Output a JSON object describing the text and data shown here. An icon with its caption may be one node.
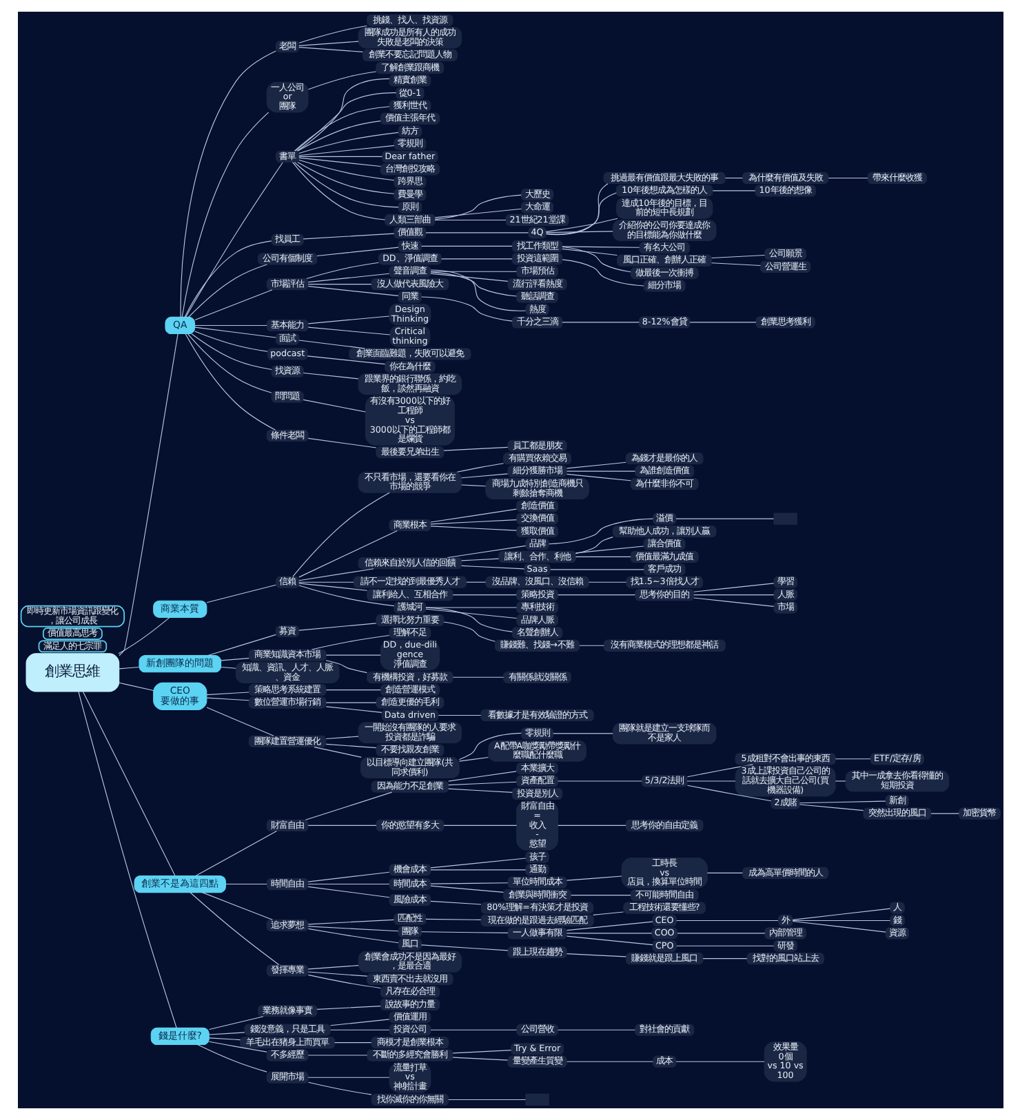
{
  "diagram": {
    "nodes": [
      {
        "text": [
          "創業思維"
        ]
      },
      {
        "text": [
          "QA"
        ]
      },
      {
        "text": [
          "老闆"
        ]
      },
      {
        "text": [
          "挑錢、找人、找資源"
        ]
      },
      {
        "text": [
          "團隊成功是所有人的成功失敗是老闆的決策"
        ]
      },
      {
        "text": [
          "創業不要忘記問題人物"
        ]
      },
      {
        "text": [
          "一人公司 or 團隊"
        ]
      },
      {
        "text": [
          "了解創業跟商機"
        ]
      },
      {
        "text": [
          "書單"
        ]
      },
      {
        "text": [
          "精實創業"
        ]
      },
      {
        "text": [
          "從0-1"
        ]
      },
      {
        "text": [
          "獲利世代"
        ]
      },
      {
        "text": [
          "價值主張年代"
        ]
      },
      {
        "text": [
          "紡方"
        ]
      },
      {
        "text": [
          "零規則"
        ]
      },
      {
        "text": [
          "Dear father"
        ]
      },
      {
        "text": [
          "台灣創投攻略"
        ]
      },
      {
        "text": [
          "跨界思"
        ]
      },
      {
        "text": [
          "費曼學"
        ]
      },
      {
        "text": [
          "原則"
        ]
      },
      {
        "text": [
          "人類三部曲"
        ]
      },
      {
        "text": [
          "大歷史"
        ]
      },
      {
        "text": [
          "大命運"
        ]
      },
      {
        "text": [
          "21世紀21堂課"
        ]
      },
      {
        "text": [
          "找員工"
        ]
      },
      {
        "text": [
          "價值觀"
        ]
      },
      {
        "text": [
          "4Q"
        ]
      },
      {
        "text": [
          "挑過最有價值跟最大失敗的事"
        ]
      },
      {
        "text": [
          "為什麼有價值及失敗"
        ]
      },
      {
        "text": [
          "帶來什麼收獲"
        ]
      },
      {
        "text": [
          "10年後想成為怎樣的人"
        ]
      },
      {
        "text": [
          "10年後的想像"
        ]
      },
      {
        "text": [
          "達成10年後的目標，目前的短中長規劃"
        ]
      },
      {
        "text": [
          "介紹你的公司你要達成你的目標能為你做什麼"
        ]
      },
      {
        "text": [
          "公司有個制度"
        ]
      },
      {
        "text": [
          "快速"
        ]
      },
      {
        "text": [
          "找工作類型"
        ]
      },
      {
        "text": [
          "有名大公司"
        ]
      },
      {
        "text": [
          "風口正確、創辦人正確"
        ]
      },
      {
        "text": [
          "公司願景"
        ]
      },
      {
        "text": [
          "公司營運生"
        ]
      },
      {
        "text": [
          "做最後一次衝搏"
        ]
      },
      {
        "text": [
          "市場評估"
        ]
      },
      {
        "text": [
          "DD、淨值調查"
        ]
      },
      {
        "text": [
          "投資這範圍"
        ]
      },
      {
        "text": [
          "細分市場"
        ]
      },
      {
        "text": [
          "聲音調查"
        ]
      },
      {
        "text": [
          "市場預估"
        ]
      },
      {
        "text": [
          "流行評看熱度"
        ]
      },
      {
        "text": [
          "聽話調查"
        ]
      },
      {
        "text": [
          "熱度"
        ]
      },
      {
        "text": [
          "沒人做代表風險大"
        ]
      },
      {
        "text": [
          "同業"
        ]
      },
      {
        "text": [
          "千分之三滴"
        ]
      },
      {
        "text": [
          "8-12%會貸"
        ]
      },
      {
        "text": [
          "創業思考獲利"
        ]
      },
      {
        "text": [
          "基本能力"
        ]
      },
      {
        "text": [
          "Design Thinking"
        ]
      },
      {
        "text": [
          "Critical thinking"
        ]
      },
      {
        "text": [
          "面試"
        ]
      },
      {
        "text": [
          "創業面臨難題，失敗可以避免"
        ]
      },
      {
        "text": [
          "podcast"
        ]
      },
      {
        "text": [
          "你在為什麼"
        ]
      },
      {
        "text": [
          "找資源"
        ]
      },
      {
        "text": [
          "跟業界的銀行聯係，約吃飯，談然再融資"
        ]
      },
      {
        "text": [
          "問問題"
        ]
      },
      {
        "text": [
          "有沒有3000以下的好工程師 vs 3000以下的工程師都是爛貨"
        ]
      },
      {
        "text": [
          "條件老闆"
        ]
      },
      {
        "text": [
          "最後要兄弟出生"
        ]
      },
      {
        "text": [
          "員工都是朋友"
        ]
      },
      {
        "text": [
          "商業本質"
        ]
      },
      {
        "text": [
          "信賴"
        ]
      },
      {
        "text": [
          "不只看市場，還要看你在市場的競爭"
        ]
      },
      {
        "text": [
          "有購買依賴交易"
        ]
      },
      {
        "text": [
          "細分獲勝市場"
        ]
      },
      {
        "text": [
          "為錢才是最你的人"
        ]
      },
      {
        "text": [
          "為誰創造價值"
        ]
      },
      {
        "text": [
          "為什麼非你不可"
        ]
      },
      {
        "text": [
          "商場九成特別創造商機只剩餘搶奪商機"
        ]
      },
      {
        "text": [
          "商業根本"
        ]
      },
      {
        "text": [
          "創造價值"
        ]
      },
      {
        "text": [
          "交換價值"
        ]
      },
      {
        "text": [
          "獲取價值"
        ]
      },
      {
        "text": [
          "滿足人的七宗罪"
        ]
      },
      {
        "text": [
          "信賴來自於別人信的回饋"
        ]
      },
      {
        "text": [
          "品牌"
        ]
      },
      {
        "text": [
          "溢價"
        ]
      },
      {
        "text": [],
        "shape": "box"
      },
      {
        "text": [
          "讓利、合作、利他"
        ]
      },
      {
        "text": [
          "幫助他人成功，讓別人贏"
        ]
      },
      {
        "text": [
          "讓合價值"
        ]
      },
      {
        "text": [
          "價值最滿九成值"
        ]
      },
      {
        "text": [
          "Saas"
        ]
      },
      {
        "text": [
          "客戶成功"
        ]
      },
      {
        "text": [
          "請不一定找的到最優秀人才"
        ]
      },
      {
        "text": [
          "沒品牌、沒風口、沒信賴"
        ]
      },
      {
        "text": [
          "找1.5~3倍找人才"
        ]
      },
      {
        "text": [
          "讓利給人、互相合作"
        ]
      },
      {
        "text": [
          "策略投資"
        ]
      },
      {
        "text": [
          "思考你的目的"
        ]
      },
      {
        "text": [
          "學習"
        ]
      },
      {
        "text": [
          "人脈"
        ]
      },
      {
        "text": [
          "市場"
        ]
      },
      {
        "text": [
          "護城河"
        ]
      },
      {
        "text": [
          "專利技術"
        ]
      },
      {
        "text": [
          "品牌人脈"
        ]
      },
      {
        "text": [
          "名聲創辦人"
        ]
      },
      {
        "text": [
          "價值最高思考"
        ]
      },
      {
        "text": [
          "新創團隊的問題"
        ]
      },
      {
        "text": [
          "募資"
        ]
      },
      {
        "text": [
          "選擇比努力重要"
        ]
      },
      {
        "text": [
          "賺錢難、找錢→不難"
        ]
      },
      {
        "text": [
          "沒有商業模式的理想都是神話"
        ]
      },
      {
        "text": [
          "商業知識資本市場"
        ]
      },
      {
        "text": [
          "理解不足"
        ]
      },
      {
        "text": [
          "DD，due-diligence 淨值調查"
        ]
      },
      {
        "text": [
          "有機構投資，好募款"
        ]
      },
      {
        "text": [
          "有關係就沒關係"
        ]
      },
      {
        "text": [
          "知識、資訊、人才、人脈、資金"
        ]
      },
      {
        "text": [
          "CEO 要做的事"
        ]
      },
      {
        "text": [
          "策略思考系統建置"
        ]
      },
      {
        "text": [
          "創造營運模式"
        ]
      },
      {
        "text": [
          "數位營運市場行銷"
        ]
      },
      {
        "text": [
          "創造更優的毛利"
        ]
      },
      {
        "text": [
          "Data driven"
        ]
      },
      {
        "text": [
          "看數據才是有效驗證的方式"
        ]
      },
      {
        "text": [
          "團隊建置營運優化"
        ]
      },
      {
        "text": [
          "一開始沒有團隊的人要求投資都是詐騙"
        ]
      },
      {
        "text": [
          "不要找親友創業"
        ]
      },
      {
        "text": [
          "以目標導向建立團隊(共同求價利)"
        ]
      },
      {
        "text": [
          "零規則"
        ]
      },
      {
        "text": [
          "團隊就是建立一支球隊而不是家人"
        ]
      },
      {
        "text": [
          "A配帶A咖獎勵帶獎勵什麼職配什麼職"
        ]
      },
      {
        "text": [
          "創業不是為這四點"
        ]
      },
      {
        "text": [
          "財富自由"
        ]
      },
      {
        "text": [
          "因為能力不足創業"
        ]
      },
      {
        "text": [
          "本業擴大"
        ]
      },
      {
        "text": [
          "資產配置"
        ]
      },
      {
        "text": [
          "5/3/2法則"
        ]
      },
      {
        "text": [
          "5成租對不會出事的東西"
        ]
      },
      {
        "text": [
          "ETF/定存/房"
        ]
      },
      {
        "text": [
          "3成上課投資自己公司的話就去擴大自己公司(買機器設備)"
        ]
      },
      {
        "text": [
          "其中一成拿去你看得懂的短期投資"
        ]
      },
      {
        "text": [
          "2成賭"
        ]
      },
      {
        "text": [
          "新創"
        ]
      },
      {
        "text": [
          "突然出現的風口"
        ]
      },
      {
        "text": [
          "加密貨幣"
        ]
      },
      {
        "text": [
          "投資是別人"
        ]
      },
      {
        "text": [
          "你的慾望有多大"
        ]
      },
      {
        "text": [
          "財富自由 = 收入 - 慾望"
        ]
      },
      {
        "text": [
          "思考你的自由定義"
        ]
      },
      {
        "text": [
          "時間自由"
        ]
      },
      {
        "text": [
          "機會成本"
        ]
      },
      {
        "text": [
          "孩子"
        ]
      },
      {
        "text": [
          "通勤"
        ]
      },
      {
        "text": [
          "時間成本"
        ]
      },
      {
        "text": [
          "單位時間成本"
        ]
      },
      {
        "text": [
          "工時長 vs 店員，換算單位時間"
        ]
      },
      {
        "text": [
          "成為高單價時間的人"
        ]
      },
      {
        "text": [
          "創業與時間衝突"
        ]
      },
      {
        "text": [
          "不可能時間自由"
        ]
      },
      {
        "text": [
          "風險成本"
        ]
      },
      {
        "text": [
          "80%理解=有決策才是投資"
        ]
      },
      {
        "text": [
          "追求夢想"
        ]
      },
      {
        "text": [
          "匹配性"
        ]
      },
      {
        "text": [
          "現在做的是跟過去經驗匹配"
        ]
      },
      {
        "text": [
          "工程技術還要懂些?"
        ]
      },
      {
        "text": [
          "團隊"
        ]
      },
      {
        "text": [
          "一人做事有限"
        ]
      },
      {
        "text": [
          "CEO"
        ]
      },
      {
        "text": [
          "外"
        ]
      },
      {
        "text": [
          "人"
        ]
      },
      {
        "text": [
          "錢"
        ]
      },
      {
        "text": [
          "資源"
        ]
      },
      {
        "text": [
          "COO"
        ]
      },
      {
        "text": [
          "內部管理"
        ]
      },
      {
        "text": [
          "CPO"
        ]
      },
      {
        "text": [
          "研發"
        ]
      },
      {
        "text": [
          "風口"
        ]
      },
      {
        "text": [
          "跟上現在趨勢"
        ]
      },
      {
        "text": [
          "賺錢就是跟上風口"
        ]
      },
      {
        "text": [
          "找對的風口站上去"
        ]
      },
      {
        "text": [
          "發揮專業"
        ]
      },
      {
        "text": [
          "創業會成功不是因為最好，是最合適"
        ]
      },
      {
        "text": [
          "東西賣不出去就沒用"
        ]
      },
      {
        "text": [
          "凡存在必合理"
        ]
      },
      {
        "text": [
          "錢是什麼?"
        ]
      },
      {
        "text": [
          "業務就像事實"
        ]
      },
      {
        "text": [
          "說故事的力量"
        ]
      },
      {
        "text": [
          "錢沒意義，只是工具"
        ]
      },
      {
        "text": [
          "價值運用"
        ]
      },
      {
        "text": [
          "投資公司"
        ]
      },
      {
        "text": [
          "公司營收"
        ]
      },
      {
        "text": [
          "對社會的貢獻"
        ]
      },
      {
        "text": [
          "羊毛出在猪身上而買單"
        ]
      },
      {
        "text": [
          "商模才是創業根本"
        ]
      },
      {
        "text": [
          "不多經歷"
        ]
      },
      {
        "text": [
          "不斷的多經究會勝利"
        ]
      },
      {
        "text": [
          "Try & Error"
        ]
      },
      {
        "text": [
          "量變產生質變"
        ]
      },
      {
        "text": [
          "成本"
        ]
      },
      {
        "text": [
          "效果量 0個 vs 10 vs 100"
        ]
      },
      {
        "text": [
          "展開市場"
        ]
      },
      {
        "text": [
          "流量打草 vs 神射計畫"
        ]
      },
      {
        "text": [
          "找你滅你的你無關"
        ]
      },
      {
        "text": [],
        "shape": "box"
      },
      {
        "text": [
          "即時更新市場資訊跟變化，讓公司成長"
        ]
      }
    ],
    "edges": [
      {
        "from": 0,
        "to": 1,
        "arrow": "none"
      },
      {
        "from": 1,
        "to": 2,
        "arrow": "none"
      },
      {
        "from": 2,
        "to": 3,
        "arrow": "none"
      },
      {
        "from": 2,
        "to": 4,
        "arrow": "none"
      },
      {
        "from": 2,
        "to": 5,
        "arrow": "none"
      },
      {
        "from": 1,
        "to": 6,
        "arrow": "none"
      },
      {
        "from": 6,
        "to": 7,
        "arrow": "none"
      },
      {
        "from": 1,
        "to": 8,
        "arrow": "none"
      },
      {
        "from": 8,
        "to": 9,
        "arrow": "none"
      },
      {
        "from": 8,
        "to": 10,
        "arrow": "none"
      },
      {
        "from": 8,
        "to": 11,
        "arrow": "none"
      },
      {
        "from": 8,
        "to": 12,
        "arrow": "none"
      },
      {
        "from": 8,
        "to": 13,
        "arrow": "none"
      },
      {
        "from": 8,
        "to": 14,
        "arrow": "none"
      },
      {
        "from": 8,
        "to": 15,
        "arrow": "none"
      },
      {
        "from": 8,
        "to": 16,
        "arrow": "none"
      },
      {
        "from": 8,
        "to": 17,
        "arrow": "none"
      },
      {
        "from": 8,
        "to": 18,
        "arrow": "none"
      },
      {
        "from": 8,
        "to": 19,
        "arrow": "none"
      },
      {
        "from": 8,
        "to": 20,
        "arrow": "none"
      },
      {
        "from": 20,
        "to": 21,
        "arrow": "none"
      },
      {
        "from": 20,
        "to": 22,
        "arrow": "none"
      },
      {
        "from": 20,
        "to": 23,
        "arrow": "none"
      },
      {
        "from": 1,
        "to": 24,
        "arrow": "none"
      },
      {
        "from": 24,
        "to": 25,
        "arrow": "none"
      },
      {
        "from": 25,
        "to": 26,
        "arrow": "none"
      },
      {
        "from": 26,
        "to": 27,
        "arrow": "none"
      },
      {
        "from": 27,
        "to": 28,
        "arrow": "none"
      },
      {
        "from": 28,
        "to": 29,
        "arrow": "none"
      },
      {
        "from": 26,
        "to": 30,
        "arrow": "none"
      },
      {
        "from": 30,
        "to": 31,
        "arrow": "none"
      },
      {
        "from": 26,
        "to": 32,
        "arrow": "none"
      },
      {
        "from": 26,
        "to": 33,
        "arrow": "none"
      },
      {
        "from": 1,
        "to": 34,
        "arrow": "none"
      },
      {
        "from": 34,
        "to": 35,
        "arrow": "none"
      },
      {
        "from": 35,
        "to": 36,
        "arrow": "none"
      },
      {
        "from": 36,
        "to": 37,
        "arrow": "none"
      },
      {
        "from": 36,
        "to": 38,
        "arrow": "none"
      },
      {
        "from": 38,
        "to": 39,
        "arrow": "none"
      },
      {
        "from": 38,
        "to": 40,
        "arrow": "none"
      },
      {
        "from": 36,
        "to": 41,
        "arrow": "none"
      },
      {
        "from": 1,
        "to": 42,
        "arrow": "none"
      },
      {
        "from": 42,
        "to": 43,
        "arrow": "none"
      },
      {
        "from": 43,
        "to": 44,
        "arrow": "none"
      },
      {
        "from": 44,
        "to": 45,
        "arrow": "none"
      },
      {
        "from": 42,
        "to": 46,
        "arrow": "none"
      },
      {
        "from": 46,
        "to": 47,
        "arrow": "none"
      },
      {
        "from": 46,
        "to": 48,
        "arrow": "none"
      },
      {
        "from": 46,
        "to": 49,
        "arrow": "none"
      },
      {
        "from": 46,
        "to": 50,
        "arrow": "none"
      },
      {
        "from": 42,
        "to": 51,
        "arrow": "none"
      },
      {
        "from": 42,
        "to": 52,
        "arrow": "none"
      },
      {
        "from": 52,
        "to": 53,
        "arrow": "none"
      },
      {
        "from": 53,
        "to": 54,
        "arrow": "none"
      },
      {
        "from": 54,
        "to": 55,
        "arrow": "none"
      },
      {
        "from": 1,
        "to": 56,
        "arrow": "none"
      },
      {
        "from": 56,
        "to": 57,
        "arrow": "none"
      },
      {
        "from": 56,
        "to": 58,
        "arrow": "none"
      },
      {
        "from": 1,
        "to": 59,
        "arrow": "none"
      },
      {
        "from": 59,
        "to": 60,
        "arrow": "none"
      },
      {
        "from": 1,
        "to": 61,
        "arrow": "none"
      },
      {
        "from": 61,
        "to": 62,
        "arrow": "none"
      },
      {
        "from": 1,
        "to": 63,
        "arrow": "none"
      },
      {
        "from": 63,
        "to": 64,
        "arrow": "none"
      },
      {
        "from": 1,
        "to": 65,
        "arrow": "none"
      },
      {
        "from": 65,
        "to": 66,
        "arrow": "none"
      },
      {
        "from": 1,
        "to": 67,
        "arrow": "none"
      },
      {
        "from": 67,
        "to": 68,
        "arrow": "none"
      },
      {
        "from": 68,
        "to": 69,
        "arrow": "none"
      },
      {
        "from": 0,
        "to": 70,
        "arrow": "none"
      },
      {
        "from": 70,
        "to": 71,
        "arrow": "none"
      },
      {
        "from": 71,
        "to": 72,
        "arrow": "none"
      },
      {
        "from": 72,
        "to": 73,
        "arrow": "none"
      },
      {
        "from": 72,
        "to": 74,
        "arrow": "none"
      },
      {
        "from": 74,
        "to": 75,
        "arrow": "none"
      },
      {
        "from": 74,
        "to": 76,
        "arrow": "none"
      },
      {
        "from": 74,
        "to": 77,
        "arrow": "none"
      },
      {
        "from": 72,
        "to": 78,
        "arrow": "none"
      },
      {
        "from": 71,
        "to": 79,
        "arrow": "none"
      },
      {
        "from": 79,
        "to": 80,
        "arrow": "none"
      },
      {
        "from": 79,
        "to": 81,
        "arrow": "none"
      },
      {
        "from": 79,
        "to": 82,
        "arrow": "none"
      },
      {
        "from": 71,
        "to": 84,
        "arrow": "none"
      },
      {
        "from": 84,
        "to": 85,
        "arrow": "none"
      },
      {
        "from": 85,
        "to": 86,
        "arrow": "none"
      },
      {
        "from": 86,
        "to": 87,
        "arrow": "none"
      },
      {
        "from": 84,
        "to": 88,
        "arrow": "none"
      },
      {
        "from": 88,
        "to": 89,
        "arrow": "none"
      },
      {
        "from": 88,
        "to": 90,
        "arrow": "none"
      },
      {
        "from": 88,
        "to": 91,
        "arrow": "none"
      },
      {
        "from": 84,
        "to": 92,
        "arrow": "none"
      },
      {
        "from": 92,
        "to": 93,
        "arrow": "none"
      },
      {
        "from": 71,
        "to": 94,
        "arrow": "none"
      },
      {
        "from": 94,
        "to": 95,
        "arrow": "none"
      },
      {
        "from": 95,
        "to": 96,
        "arrow": "none"
      },
      {
        "from": 71,
        "to": 97,
        "arrow": "none"
      },
      {
        "from": 97,
        "to": 98,
        "arrow": "none"
      },
      {
        "from": 98,
        "to": 99,
        "arrow": "none"
      },
      {
        "from": 99,
        "to": 100,
        "arrow": "none"
      },
      {
        "from": 99,
        "to": 101,
        "arrow": "none"
      },
      {
        "from": 99,
        "to": 102,
        "arrow": "none"
      },
      {
        "from": 71,
        "to": 103,
        "arrow": "none"
      },
      {
        "from": 103,
        "to": 104,
        "arrow": "none"
      },
      {
        "from": 103,
        "to": 105,
        "arrow": "none"
      },
      {
        "from": 103,
        "to": 106,
        "arrow": "none"
      },
      {
        "from": 0,
        "to": 108,
        "arrow": "none"
      },
      {
        "from": 108,
        "to": 109,
        "arrow": "none"
      },
      {
        "from": 109,
        "to": 110,
        "arrow": "none"
      },
      {
        "from": 110,
        "to": 111,
        "arrow": "none"
      },
      {
        "from": 111,
        "to": 112,
        "arrow": "none"
      },
      {
        "from": 108,
        "to": 113,
        "arrow": "none"
      },
      {
        "from": 113,
        "to": 114,
        "arrow": "none"
      },
      {
        "from": 113,
        "to": 115,
        "arrow": "none"
      },
      {
        "from": 113,
        "to": 116,
        "arrow": "none"
      },
      {
        "from": 116,
        "to": 117,
        "arrow": "none"
      },
      {
        "from": 108,
        "to": 118,
        "arrow": "none"
      },
      {
        "from": 0,
        "to": 119,
        "arrow": "none"
      },
      {
        "from": 119,
        "to": 120,
        "arrow": "none"
      },
      {
        "from": 120,
        "to": 121,
        "arrow": "none"
      },
      {
        "from": 119,
        "to": 122,
        "arrow": "none"
      },
      {
        "from": 122,
        "to": 123,
        "arrow": "none"
      },
      {
        "from": 122,
        "to": 124,
        "arrow": "none"
      },
      {
        "from": 124,
        "to": 125,
        "arrow": "none"
      },
      {
        "from": 119,
        "to": 126,
        "arrow": "none"
      },
      {
        "from": 126,
        "to": 127,
        "arrow": "none"
      },
      {
        "from": 126,
        "to": 128,
        "arrow": "none"
      },
      {
        "from": 126,
        "to": 129,
        "arrow": "none"
      },
      {
        "from": 129,
        "to": 130,
        "arrow": "none"
      },
      {
        "from": 130,
        "to": 131,
        "arrow": "none"
      },
      {
        "from": 129,
        "to": 132,
        "arrow": "none"
      },
      {
        "from": 0,
        "to": 133,
        "arrow": "none"
      },
      {
        "from": 133,
        "to": 134,
        "arrow": "none"
      },
      {
        "from": 134,
        "to": 135,
        "arrow": "none"
      },
      {
        "from": 135,
        "to": 136,
        "arrow": "none"
      },
      {
        "from": 135,
        "to": 137,
        "arrow": "none"
      },
      {
        "from": 137,
        "to": 138,
        "arrow": "none"
      },
      {
        "from": 138,
        "to": 139,
        "arrow": "none"
      },
      {
        "from": 139,
        "to": 140,
        "arrow": "none"
      },
      {
        "from": 138,
        "to": 141,
        "arrow": "none"
      },
      {
        "from": 141,
        "to": 142,
        "arrow": "none"
      },
      {
        "from": 138,
        "to": 143,
        "arrow": "none"
      },
      {
        "from": 143,
        "to": 144,
        "arrow": "none"
      },
      {
        "from": 143,
        "to": 145,
        "arrow": "none"
      },
      {
        "from": 145,
        "to": 146,
        "arrow": "none"
      },
      {
        "from": 135,
        "to": 147,
        "arrow": "none"
      },
      {
        "from": 134,
        "to": 148,
        "arrow": "none"
      },
      {
        "from": 148,
        "to": 149,
        "arrow": "none"
      },
      {
        "from": 149,
        "to": 150,
        "arrow": "none"
      },
      {
        "from": 133,
        "to": 151,
        "arrow": "none"
      },
      {
        "from": 151,
        "to": 152,
        "arrow": "none"
      },
      {
        "from": 152,
        "to": 153,
        "arrow": "none"
      },
      {
        "from": 152,
        "to": 154,
        "arrow": "none"
      },
      {
        "from": 151,
        "to": 155,
        "arrow": "none"
      },
      {
        "from": 155,
        "to": 156,
        "arrow": "none"
      },
      {
        "from": 156,
        "to": 157,
        "arrow": "none"
      },
      {
        "from": 157,
        "to": 158,
        "arrow": "none"
      },
      {
        "from": 155,
        "to": 159,
        "arrow": "none"
      },
      {
        "from": 159,
        "to": 160,
        "arrow": "none"
      },
      {
        "from": 151,
        "to": 161,
        "arrow": "none"
      },
      {
        "from": 161,
        "to": 162,
        "arrow": "none"
      },
      {
        "from": 133,
        "to": 163,
        "arrow": "none"
      },
      {
        "from": 163,
        "to": 164,
        "arrow": "none"
      },
      {
        "from": 164,
        "to": 165,
        "arrow": "none"
      },
      {
        "from": 165,
        "to": 166,
        "arrow": "none"
      },
      {
        "from": 163,
        "to": 167,
        "arrow": "none"
      },
      {
        "from": 167,
        "to": 168,
        "arrow": "none"
      },
      {
        "from": 168,
        "to": 169,
        "arrow": "none"
      },
      {
        "from": 169,
        "to": 170,
        "arrow": "none"
      },
      {
        "from": 170,
        "to": 171,
        "arrow": "none"
      },
      {
        "from": 170,
        "to": 172,
        "arrow": "none"
      },
      {
        "from": 170,
        "to": 173,
        "arrow": "none"
      },
      {
        "from": 168,
        "to": 174,
        "arrow": "none"
      },
      {
        "from": 174,
        "to": 175,
        "arrow": "none"
      },
      {
        "from": 168,
        "to": 176,
        "arrow": "none"
      },
      {
        "from": 176,
        "to": 177,
        "arrow": "none"
      },
      {
        "from": 163,
        "to": 178,
        "arrow": "none"
      },
      {
        "from": 178,
        "to": 179,
        "arrow": "none"
      },
      {
        "from": 179,
        "to": 180,
        "arrow": "none"
      },
      {
        "from": 180,
        "to": 181,
        "arrow": "none"
      },
      {
        "from": 133,
        "to": 182,
        "arrow": "none"
      },
      {
        "from": 182,
        "to": 183,
        "arrow": "none"
      },
      {
        "from": 182,
        "to": 184,
        "arrow": "none"
      },
      {
        "from": 182,
        "to": 185,
        "arrow": "none"
      },
      {
        "from": 0,
        "to": 186,
        "arrow": "none"
      },
      {
        "from": 186,
        "to": 187,
        "arrow": "none"
      },
      {
        "from": 187,
        "to": 188,
        "arrow": "none"
      },
      {
        "from": 186,
        "to": 189,
        "arrow": "none"
      },
      {
        "from": 189,
        "to": 190,
        "arrow": "none"
      },
      {
        "from": 189,
        "to": 191,
        "arrow": "none"
      },
      {
        "from": 191,
        "to": 192,
        "arrow": "none"
      },
      {
        "from": 192,
        "to": 193,
        "arrow": "none"
      },
      {
        "from": 186,
        "to": 194,
        "arrow": "none"
      },
      {
        "from": 194,
        "to": 195,
        "arrow": "none"
      },
      {
        "from": 186,
        "to": 196,
        "arrow": "none"
      },
      {
        "from": 196,
        "to": 197,
        "arrow": "none"
      },
      {
        "from": 197,
        "to": 198,
        "arrow": "none"
      },
      {
        "from": 197,
        "to": 199,
        "arrow": "none"
      },
      {
        "from": 199,
        "to": 200,
        "arrow": "none"
      },
      {
        "from": 200,
        "to": 201,
        "arrow": "none"
      },
      {
        "from": 186,
        "to": 202,
        "arrow": "none"
      },
      {
        "from": 202,
        "to": 203,
        "arrow": "none"
      },
      {
        "from": 202,
        "to": 204,
        "arrow": "none"
      },
      {
        "from": 204,
        "to": 205,
        "arrow": "none"
      }
    ]
  }
}
